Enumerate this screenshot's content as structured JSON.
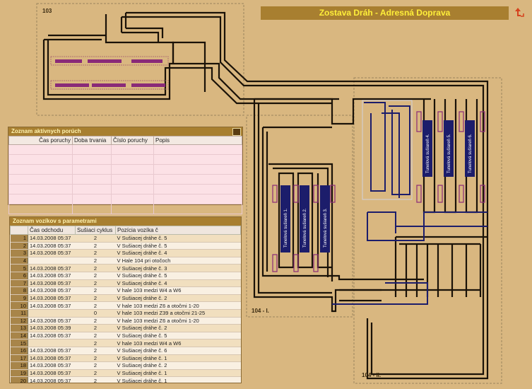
{
  "title": "Zostava Dráh - Adresná Doprava",
  "icons": {
    "home": "up-arrow-icon"
  },
  "zones": {
    "hall_103": "103",
    "hall_104_1": "104 - I.",
    "hall_104_2": "104 - II."
  },
  "tunnels": [
    "Tunelová sušiareň 1.",
    "Tunelová sušiareň 2.",
    "Tunelová sušiareň 3.",
    "Tunelová sušiareň 4.",
    "Tunelová sušiareň 5.",
    "Tunelová sušiareň 6."
  ],
  "faults_panel": {
    "title": "Zoznam aktívnych porúch",
    "columns": [
      "Čas poruchy",
      "Doba trvania",
      "Číslo poruchy",
      "Popis"
    ]
  },
  "vehicles_panel": {
    "title": "Zoznam vozíkov s parametrami",
    "columns": [
      "",
      "Čas odchodu",
      "Sušiaci cyklus",
      "Pozícia vozíka č"
    ],
    "rows": [
      [
        "1",
        "14.03.2008 05:37",
        "2",
        "V Sušiacej dráhe č. 5"
      ],
      [
        "2",
        "14.03.2008 05:37",
        "2",
        "V Sušiacej dráhe č. 5"
      ],
      [
        "3",
        "14.03.2008 05:37",
        "2",
        "V Sušiacej dráhe č. 4"
      ],
      [
        "4",
        "",
        "2",
        "V Hale 104 pri otočoch"
      ],
      [
        "5",
        "14.03.2008 05:37",
        "2",
        "V Sušiacej dráhe č. 3"
      ],
      [
        "6",
        "14.03.2008 05:37",
        "2",
        "V Sušiacej dráhe č. 5"
      ],
      [
        "7",
        "14.03.2008 05:37",
        "2",
        "V Sušiacej dráhe č. 4"
      ],
      [
        "8",
        "14.03.2008 05:37",
        "2",
        "V hale 103 medzi W4 a W6"
      ],
      [
        "9",
        "14.03.2008 05:37",
        "2",
        "V Sušiacej dráhe č. 2"
      ],
      [
        "10",
        "14.03.2008 05:37",
        "2",
        "V hale 103 medzi Z6 a otočmi 1-20"
      ],
      [
        "11",
        "",
        "0",
        "V hale 103 medzi Z39 a otočmi 21-25"
      ],
      [
        "12",
        "14.03.2008 05:37",
        "2",
        "V hale 103 medzi Z6 a otočmi 1-20"
      ],
      [
        "13",
        "14.03.2008 05:39",
        "2",
        "V Sušiacej dráhe č. 2"
      ],
      [
        "14",
        "14.03.2008 05:37",
        "2",
        "V Sušiacej dráhe č. 5"
      ],
      [
        "15",
        "",
        "2",
        "V hale 103 medzi W4 a W6"
      ],
      [
        "16",
        "14.03.2008 05:37",
        "2",
        "V Sušiacej dráhe č. 6"
      ],
      [
        "17",
        "14.03.2008 05:37",
        "2",
        "V Sušiacej dráhe č. 1"
      ],
      [
        "18",
        "14.03.2008 05:37",
        "2",
        "V Sušiacej dráhe č. 2"
      ],
      [
        "19",
        "14.03.2008 05:37",
        "2",
        "V Sušiacej dráhe č. 1"
      ],
      [
        "20",
        "14.03.2008 05:37",
        "2",
        "V Sušiacej dráhe č. 1"
      ]
    ]
  },
  "colors": {
    "background": "#d9b780",
    "track": "#1a1208",
    "track_alt": "#1c1d6b",
    "tunnel": "#1c1d6b",
    "rack": "#8a2a78",
    "title_bar": "#a87f30",
    "title_text": "#ffef3a"
  }
}
